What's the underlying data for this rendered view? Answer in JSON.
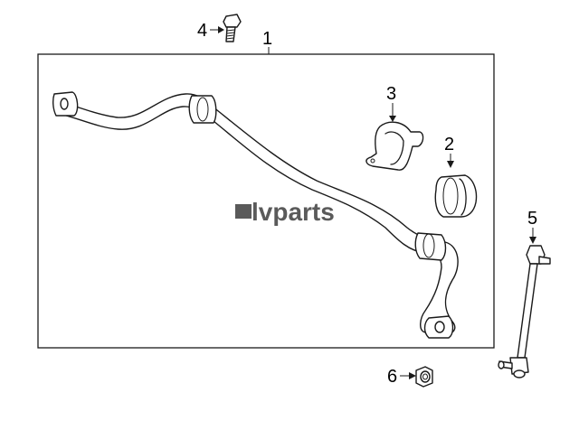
{
  "callouts": {
    "one": "1",
    "two": "2",
    "three": "3",
    "four": "4",
    "five": "5",
    "six": "6"
  },
  "watermark": "lvparts",
  "colors": {
    "line": "#1a1a1a",
    "watermark": "#5a5a5a",
    "background": "#ffffff"
  },
  "icons": {
    "stabilizer_bar": "stabilizer-bar-icon",
    "bushing": "bushing-icon",
    "bracket": "bushing-bracket-icon",
    "bolt": "bolt-icon",
    "end_link": "stabilizer-link-icon",
    "nut": "nut-icon"
  }
}
